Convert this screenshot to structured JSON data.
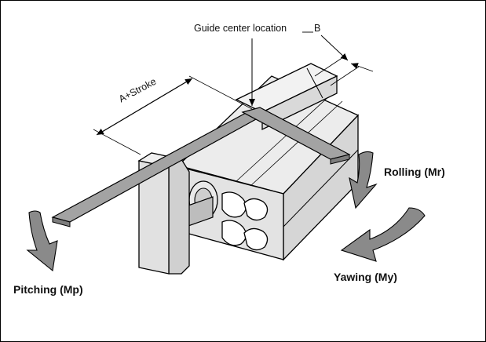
{
  "labels": {
    "guide_center_location": "Guide center location",
    "b": "B",
    "a_stroke": "A+Stroke",
    "rolling": "Rolling (Mr)",
    "pitching": "Pitching (Mp)",
    "yawing": "Yawing (My)"
  },
  "colors": {
    "arrow_fill": "#808080",
    "bar_fill": "#a0a0a0",
    "body_fill": "#e6e6e6",
    "plate_fill": "#d3d3d3"
  }
}
